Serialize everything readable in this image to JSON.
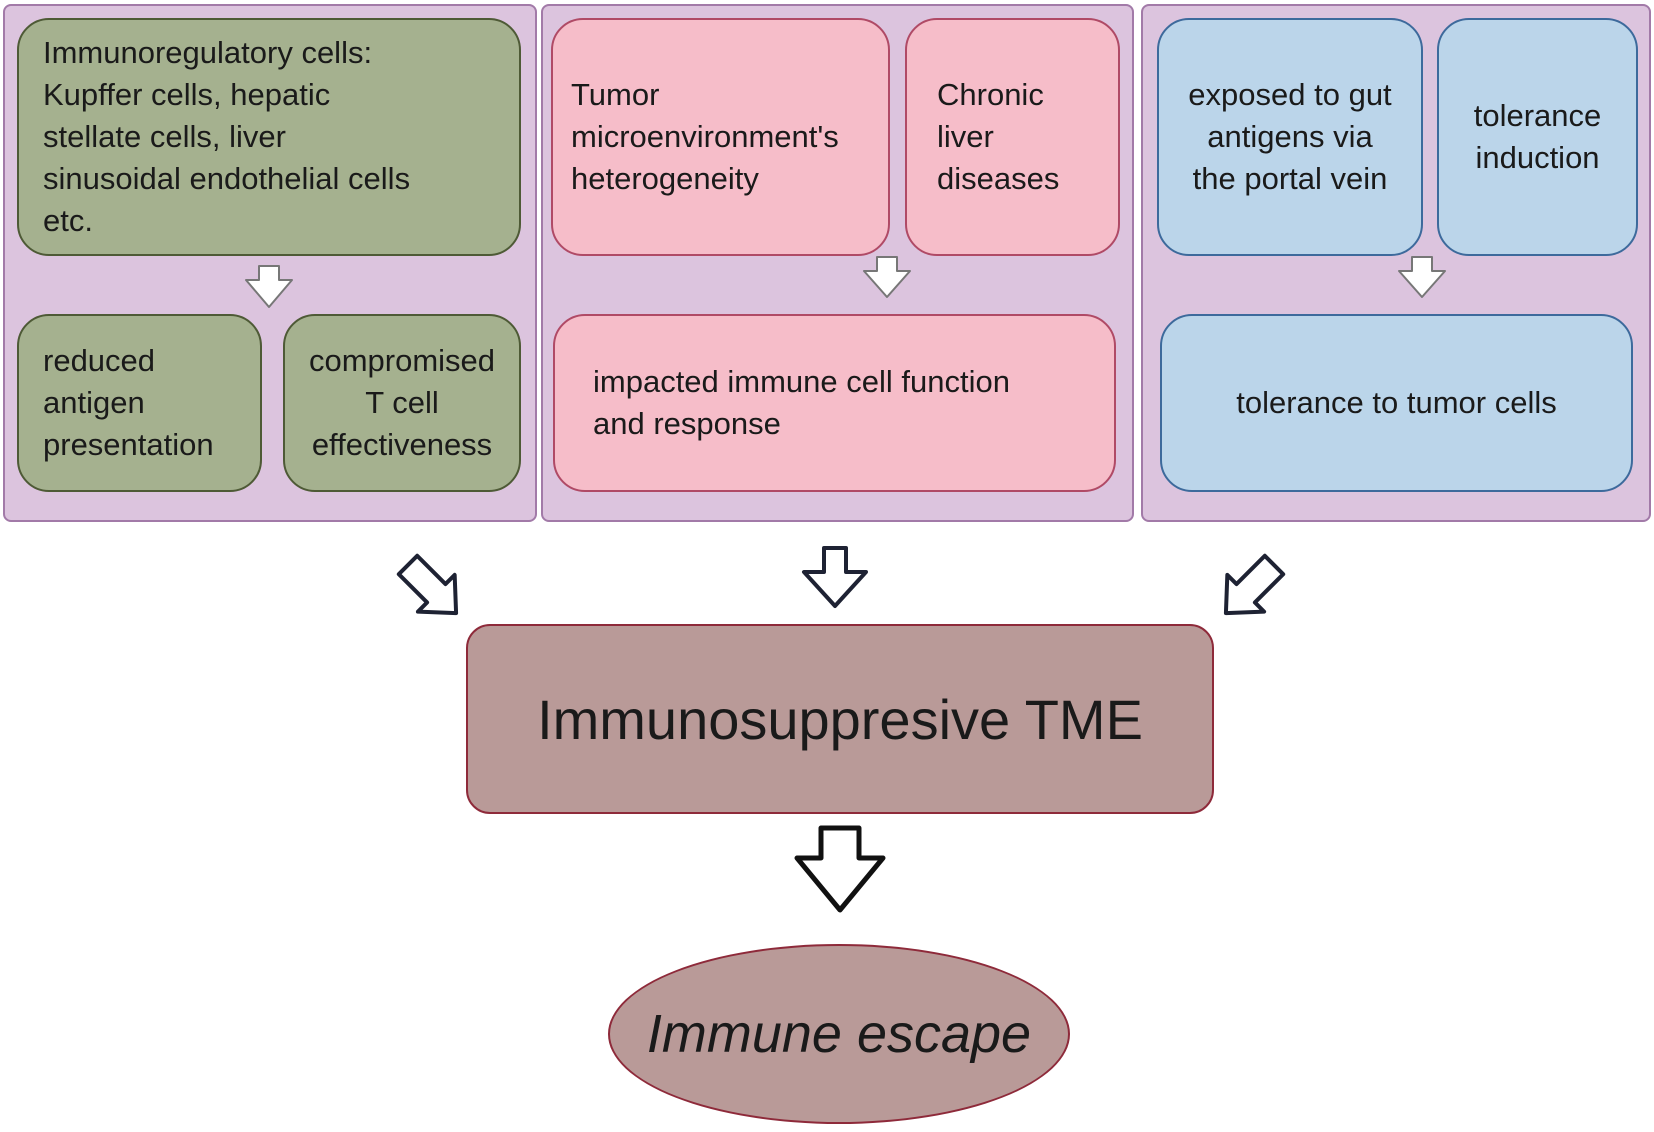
{
  "panel_left": {
    "top_box": "Immunoregulatory cells:\n Kupffer cells, hepatic\nstellate cells,  liver\nsinusoidal endothelial cells\netc.",
    "bottom_left": "reduced\nantigen\npresentation",
    "bottom_right": "compromised\nT cell\neffectiveness"
  },
  "panel_middle": {
    "top_left": "Tumor\nmicroenvironment's\nheterogeneity",
    "top_right": "Chronic\nliver\ndiseases",
    "bottom": "impacted immune cell function\nand response"
  },
  "panel_right": {
    "top_left": "exposed to gut\nantigens via\nthe portal vein",
    "top_right": "tolerance\ninduction",
    "bottom": "tolerance to tumor cells"
  },
  "center_box": "Immunosuppresive TME",
  "outcome": "Immune escape",
  "colors": {
    "panel_bg": "#dcc4de",
    "green": "#a5b18f",
    "pink": "#f6bdc9",
    "blue": "#bbd5ea",
    "central": "#b99a98"
  }
}
